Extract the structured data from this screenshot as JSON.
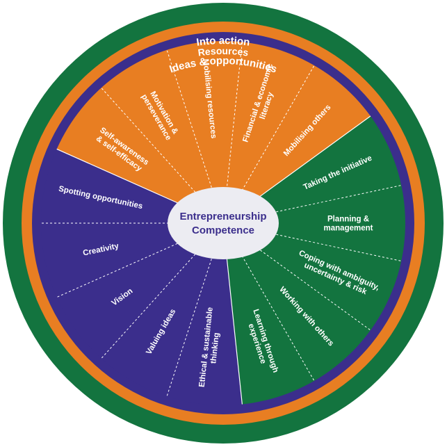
{
  "colors": {
    "green": "#13743f",
    "orange": "#e87e22",
    "purple": "#3b2e8c",
    "center_fill": "#ececf2",
    "divider": "#ffffff"
  },
  "rings": {
    "outer": "Into action",
    "middle": "Resources",
    "inner": "Ideas & opportunities"
  },
  "center": {
    "line1": "Entrepreneurship",
    "line2": "Competence"
  },
  "areas": [
    {
      "name": "Resources",
      "color": "orange",
      "segments": [
        [
          "Self-awareness",
          "& self-efficacy"
        ],
        [
          "Motivation &",
          "perseverance"
        ],
        [
          "Mobilising resources"
        ],
        [
          "Financial & economic",
          "literacy"
        ],
        [
          "Mobilising others"
        ]
      ]
    },
    {
      "name": "Into action",
      "color": "green",
      "segments": [
        [
          "Taking the initiative"
        ],
        [
          "Planning &",
          "management"
        ],
        [
          "Coping with ambiguity,",
          "uncertainty & risk"
        ],
        [
          "Working with others"
        ],
        [
          "Learning through",
          "experience"
        ]
      ]
    },
    {
      "name": "Ideas & opportunities",
      "color": "purple",
      "segments": [
        [
          "Ethical & sustainable",
          "thinking"
        ],
        [
          "Valuing ideas"
        ],
        [
          "Vision"
        ],
        [
          "Creativity"
        ],
        [
          "Spotting opportunities"
        ]
      ]
    }
  ]
}
